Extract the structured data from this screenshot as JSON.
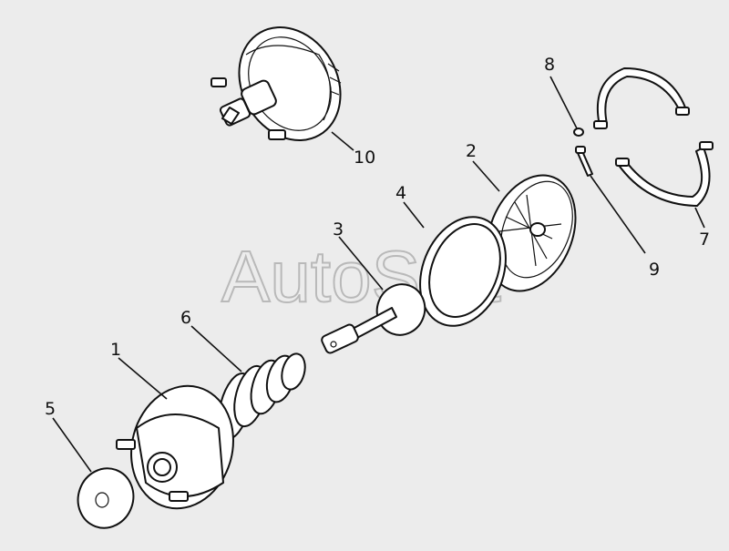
{
  "watermark": "AutoSoft",
  "callouts": [
    {
      "id": "callout-1",
      "text": "1"
    },
    {
      "id": "callout-2",
      "text": "2"
    },
    {
      "id": "callout-3",
      "text": "3"
    },
    {
      "id": "callout-4",
      "text": "4"
    },
    {
      "id": "callout-5",
      "text": "5"
    },
    {
      "id": "callout-6",
      "text": "6"
    },
    {
      "id": "callout-7",
      "text": "7"
    },
    {
      "id": "callout-8",
      "text": "8"
    },
    {
      "id": "callout-9",
      "text": "9"
    },
    {
      "id": "callout-10",
      "text": "10"
    }
  ]
}
